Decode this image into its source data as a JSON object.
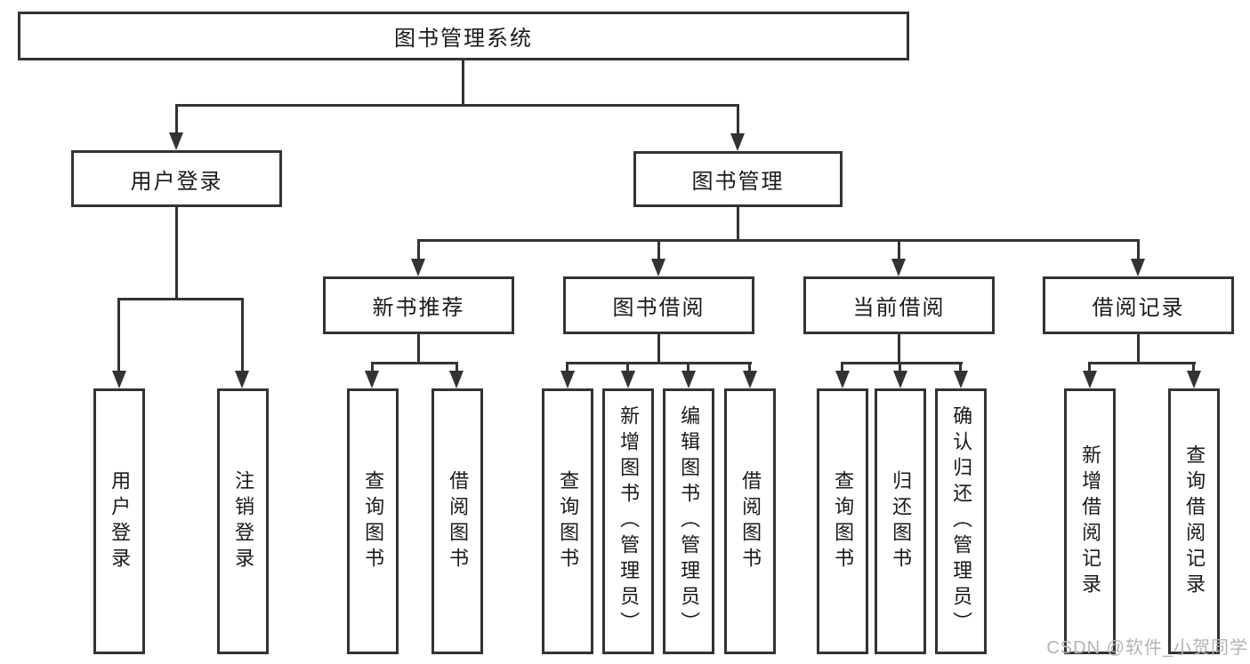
{
  "diagram": {
    "root": {
      "label": "图书管理系统"
    },
    "branches": [
      {
        "label": "用户登录",
        "children": [
          {
            "label": "用户登录"
          },
          {
            "label": "注销登录"
          }
        ]
      },
      {
        "label": "图书管理",
        "children": [
          {
            "label": "新书推荐",
            "children": [
              {
                "label": "查询图书"
              },
              {
                "label": "借阅图书"
              }
            ]
          },
          {
            "label": "图书借阅",
            "children": [
              {
                "label": "查询图书"
              },
              {
                "label": "新增图书（管理员）"
              },
              {
                "label": "编辑图书（管理员）"
              },
              {
                "label": "借阅图书"
              }
            ]
          },
          {
            "label": "当前借阅",
            "children": [
              {
                "label": "查询图书"
              },
              {
                "label": "归还图书"
              },
              {
                "label": "确认归还（管理员）"
              }
            ]
          },
          {
            "label": "借阅记录",
            "children": [
              {
                "label": "新增借阅记录"
              },
              {
                "label": "查询借阅记录"
              }
            ]
          }
        ]
      }
    ],
    "watermark": "CSDN @软件_小贺同学",
    "colors": {
      "line": "#333333",
      "box_border": "#333333",
      "box_fill": "#ffffff",
      "text": "#1a1a1a",
      "watermark": "#b4b4b4",
      "background": "#ffffff"
    }
  }
}
